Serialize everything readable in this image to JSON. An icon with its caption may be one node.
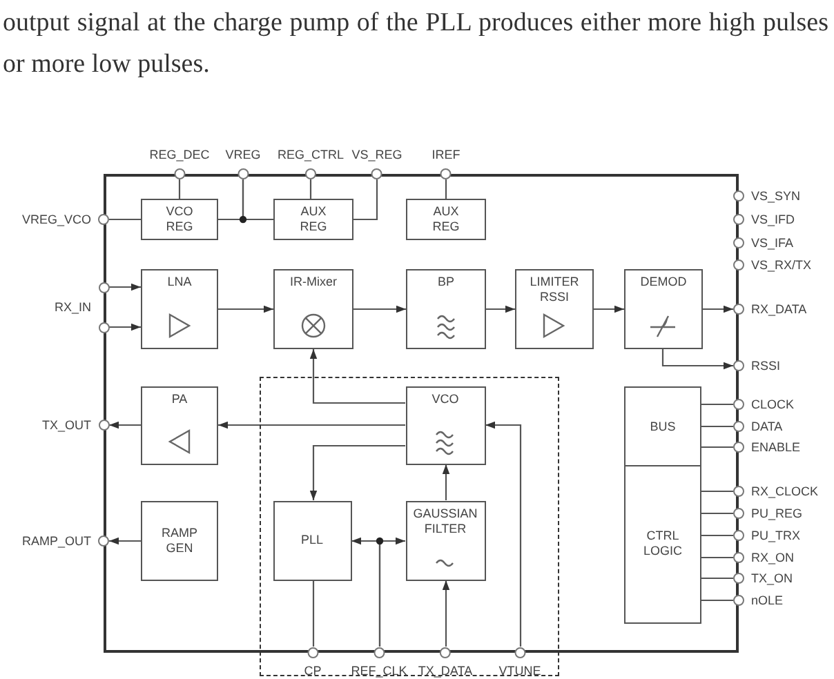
{
  "diagram": {
    "nodes": [
      {
        "text": [],
        "shape": "box"
      },
      {
        "text": [
          "VCO REG"
        ],
        "in": 0
      },
      {
        "text": [
          "AUX REG"
        ],
        "in": 0
      },
      {
        "text": [
          "AUX REG"
        ],
        "in": 0
      },
      {
        "text": [
          "LNA"
        ],
        "in": 0
      },
      {
        "text": [
          "IR-Mixer"
        ],
        "in": 0
      },
      {
        "text": [
          "BP"
        ],
        "in": 0
      },
      {
        "text": [
          "LIMITER RSSI"
        ],
        "in": 0
      },
      {
        "text": [
          "DEMOD"
        ],
        "in": 0
      },
      {
        "text": [
          "PA"
        ],
        "in": 0
      },
      {
        "text": [],
        "shape": "box"
      },
      {
        "text": [
          "VCO"
        ],
        "in": 10
      },
      {
        "text": [
          "BUS"
        ],
        "in": 0
      },
      {
        "text": [
          "CTRL LOGIC"
        ],
        "in": 0
      },
      {
        "text": [
          "RAMP GEN"
        ],
        "in": 0
      },
      {
        "text": [
          "PLL"
        ],
        "in": 10
      },
      {
        "text": [
          "GAUSSIAN FILTER"
        ],
        "in": 10
      },
      {
        "text": [
          "REG_DEC"
        ]
      },
      {
        "text": [
          "VREG"
        ]
      },
      {
        "text": [
          "REG_CTRL"
        ]
      },
      {
        "text": [
          "VS_REG"
        ]
      },
      {
        "text": [
          "IREF"
        ]
      },
      {
        "text": [
          "VREG_VCO"
        ]
      },
      {
        "text": [
          "RX_IN"
        ]
      },
      {
        "text": [
          "TX_OUT"
        ]
      },
      {
        "text": [
          "RAMP_OUT"
        ]
      },
      {
        "text": [
          "VS_SYN"
        ]
      },
      {
        "text": [
          "VS_IFD"
        ]
      },
      {
        "text": [
          "VS_IFA"
        ]
      },
      {
        "text": [
          "VS_RX/TX"
        ]
      },
      {
        "text": [
          "RX_DATA"
        ]
      },
      {
        "text": [
          "RSSI"
        ]
      },
      {
        "text": [
          "CLOCK"
        ]
      },
      {
        "text": [
          "DATA"
        ]
      },
      {
        "text": [
          "ENABLE"
        ]
      },
      {
        "text": [
          "RX_CLOCK"
        ]
      },
      {
        "text": [
          "PU_REG"
        ]
      },
      {
        "text": [
          "PU_TRX"
        ]
      },
      {
        "text": [
          "RX_ON"
        ]
      },
      {
        "text": [
          "TX_ON"
        ]
      },
      {
        "text": [
          "nOLE"
        ]
      },
      {
        "text": [
          "CP"
        ],
        "in": 10
      },
      {
        "text": [
          "REF_CLK"
        ],
        "in": 10
      },
      {
        "text": [
          "TX_DATA"
        ],
        "in": 10
      },
      {
        "text": [
          "VTUNE"
        ],
        "in": 10
      }
    ],
    "edges": [
      {
        "from": 17,
        "to": 1,
        "arrow": "none"
      },
      {
        "from": 18,
        "to": 1,
        "arrow": "none"
      },
      {
        "from": 18,
        "to": 2,
        "arrow": "none"
      },
      {
        "from": 19,
        "to": 2,
        "arrow": "none"
      },
      {
        "from": 20,
        "to": 2,
        "arrow": "none"
      },
      {
        "from": 21,
        "to": 3,
        "arrow": "none"
      },
      {
        "from": 22,
        "to": 1,
        "arrow": "none"
      },
      {
        "from": 23,
        "to": 4,
        "arrow": "to"
      },
      {
        "from": 23,
        "to": 4,
        "arrow": "to"
      },
      {
        "from": 4,
        "to": 5,
        "arrow": "to"
      },
      {
        "from": 5,
        "to": 6,
        "arrow": "to"
      },
      {
        "from": 6,
        "to": 7,
        "arrow": "to"
      },
      {
        "from": 7,
        "to": 8,
        "arrow": "to"
      },
      {
        "from": 8,
        "to": 30,
        "arrow": "to"
      },
      {
        "from": 8,
        "to": 31,
        "arrow": "to"
      },
      {
        "from": 11,
        "to": 5,
        "arrow": "to"
      },
      {
        "from": 11,
        "to": 9,
        "arrow": "to"
      },
      {
        "from": 9,
        "to": 24,
        "arrow": "to"
      },
      {
        "from": 11,
        "to": 15,
        "arrow": "to"
      },
      {
        "from": 16,
        "to": 11,
        "arrow": "to"
      },
      {
        "from": 42,
        "to": 15,
        "arrow": "to"
      },
      {
        "from": 42,
        "to": 16,
        "arrow": "to"
      },
      {
        "from": 41,
        "to": 15,
        "arrow": "none"
      },
      {
        "from": 43,
        "to": 16,
        "arrow": "to"
      },
      {
        "from": 44,
        "to": 11,
        "arrow": "to"
      },
      {
        "from": 14,
        "to": 25,
        "arrow": "to"
      },
      {
        "from": 12,
        "to": 32,
        "arrow": "none"
      },
      {
        "from": 12,
        "to": 33,
        "arrow": "none"
      },
      {
        "from": 12,
        "to": 34,
        "arrow": "none"
      },
      {
        "from": 13,
        "to": 35,
        "arrow": "none"
      },
      {
        "from": 13,
        "to": 36,
        "arrow": "none"
      },
      {
        "from": 13,
        "to": 37,
        "arrow": "none"
      },
      {
        "from": 13,
        "to": 38,
        "arrow": "none"
      },
      {
        "from": 13,
        "to": 39,
        "arrow": "none"
      },
      {
        "from": 13,
        "to": 40,
        "arrow": "none"
      }
    ],
    "labels": [
      "output signal at the charge pump of the PLL produces either more high pulses or more low pulses."
    ]
  }
}
